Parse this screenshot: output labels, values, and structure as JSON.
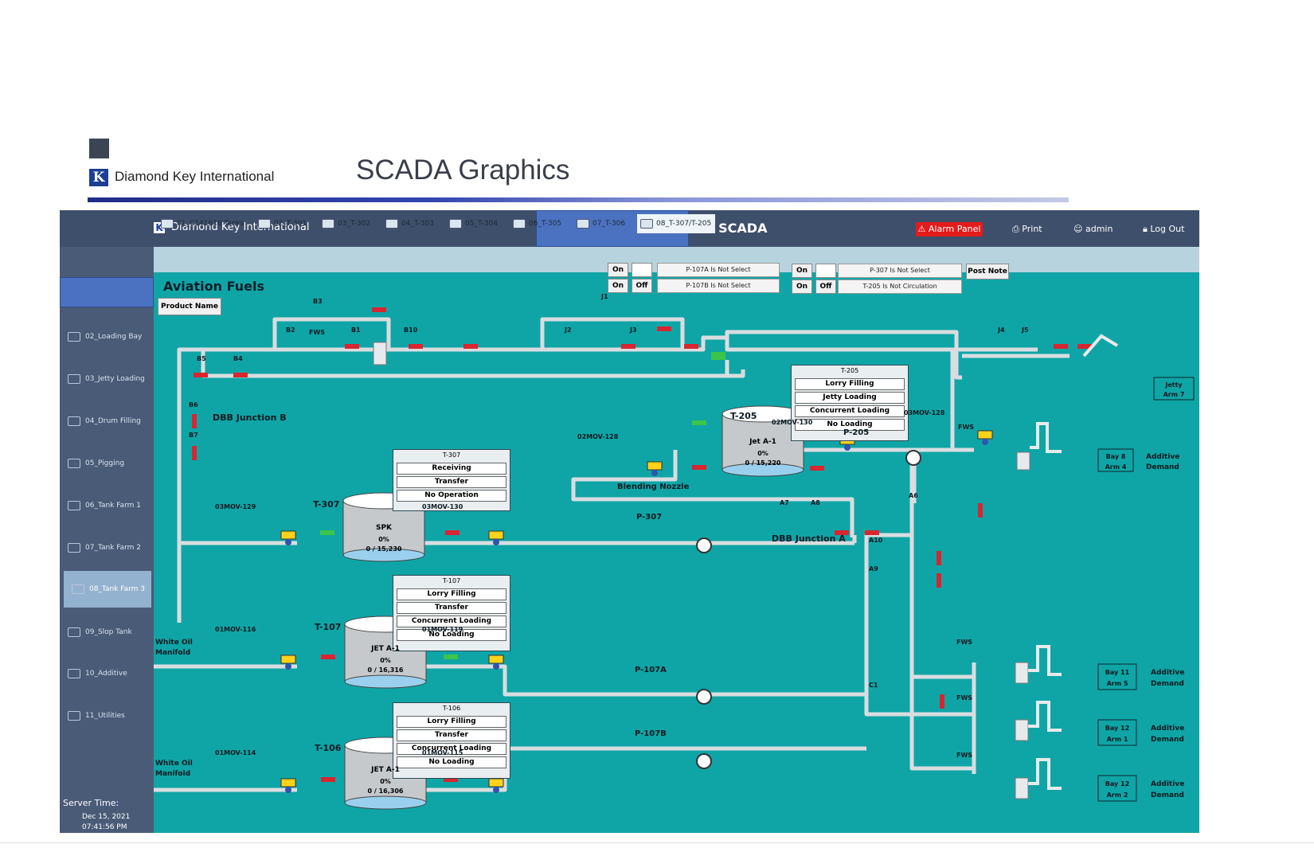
{
  "slide": {
    "brand_logo": "K",
    "brand_name": "Diamond Key International",
    "title": "SCADA Graphics"
  },
  "topbar": {
    "logo": "K",
    "brand": "Diamond Key International",
    "title": "TAS SCADA",
    "alarm": "Alarm Panel",
    "print": "Print",
    "user": "admin",
    "logout": "Log Out"
  },
  "tabs": [
    "01_C141618 Tanks",
    "02_T-301",
    "03_T-302",
    "04_T-303",
    "05_T-304",
    "06_T-305",
    "07_T-306",
    "08_T-307/T-205"
  ],
  "sidebar": {
    "items": [
      "02_Loading Bay",
      "03_Jetty Loading",
      "04_Drum Filling",
      "05_Pigging",
      "06_Tank Farm 1",
      "07_Tank Farm 2",
      "08_Tank Farm 3",
      "09_Slop Tank",
      "10_Additive",
      "11_Utilities"
    ],
    "active": "08_Tank Farm 3",
    "server_label": "Server Time:",
    "server_date": "Dec 15, 2021",
    "server_time": "07:41:56 PM"
  },
  "area": {
    "title": "Aviation Fuels",
    "product_name": "Product Name"
  },
  "controls": {
    "on": "On",
    "off": "Off",
    "p107a": "P-107A Is Not Select",
    "p107b": "P-107B Is Not Select",
    "p307": "P-307 Is Not Select",
    "t205": "T-205 Is Not Circulation",
    "post_note": "Post Note"
  },
  "panels": {
    "t205": {
      "title": "T-205",
      "buttons": [
        "Lorry Filling",
        "Jetty Loading",
        "Concurrent Loading",
        "No Loading"
      ]
    },
    "t307": {
      "title": "T-307",
      "buttons": [
        "Receiving",
        "Transfer",
        "No Operation"
      ]
    },
    "t107": {
      "title": "T-107",
      "buttons": [
        "Lorry Filling",
        "Transfer",
        "Concurrent Loading",
        "No Loading"
      ]
    },
    "t106": {
      "title": "T-106",
      "buttons": [
        "Lorry Filling",
        "Transfer",
        "Concurrent Loading",
        "No Loading"
      ]
    }
  },
  "tanks": {
    "t205": {
      "tag": "T-205",
      "product": "Jet A-1",
      "level": "0%",
      "volume": "0 / 15,220"
    },
    "t307": {
      "tag": "T-307",
      "product": "SPK",
      "level": "0%",
      "volume": "0 / 15,230"
    },
    "t107": {
      "tag": "T-107",
      "product": "JET A-1",
      "level": "0%",
      "volume": "0 / 16,316"
    },
    "t106": {
      "tag": "T-106",
      "product": "JET A-1",
      "level": "0%",
      "volume": "0 / 16,306"
    }
  },
  "labels": {
    "b3": "B3",
    "b2": "B2",
    "fws": "FWS",
    "b1": "B1",
    "b10": "B10",
    "b5": "B5",
    "b4": "B4",
    "b6": "B6",
    "b7": "B7",
    "j1": "J1",
    "j2": "J2",
    "j3": "J3",
    "j4": "J4",
    "j5": "J5",
    "dbb_b": "DBB Junction B",
    "dbb_a": "DBB Junction A",
    "blending": "Blending Nozzle",
    "mov128a": "02MOV-128",
    "mov130a": "02MOV-130",
    "mov128b": "03MOV-128",
    "mov129": "03MOV-129",
    "mov130b": "03MOV-130",
    "mov116": "01MOV-116",
    "mov119": "01MOV-119",
    "mov114": "01MOV-114",
    "mov115": "01MOV-115",
    "p205": "P-205",
    "p307": "P-307",
    "p107a": "P-107A",
    "p107b": "P-107B",
    "a6": "A6",
    "a7": "A7",
    "a8": "A8",
    "a10": "A10",
    "a9": "A9",
    "c1": "C1",
    "white_oil_1": "White Oil",
    "manifold_1": "Manifold",
    "white_oil_2": "White Oil",
    "manifold_2": "Manifold",
    "jetty_1": "Jetty",
    "jetty_2": "Arm 7",
    "bay8_1": "Bay 8",
    "bay8_2": "Arm 4",
    "bay11_1": "Bay 11",
    "bay11_2": "Arm 5",
    "bay12a_1": "Bay 12",
    "bay12a_2": "Arm 1",
    "bay12b_1": "Bay 12",
    "bay12b_2": "Arm 2",
    "additive": "Additive",
    "demand": "Demand"
  }
}
